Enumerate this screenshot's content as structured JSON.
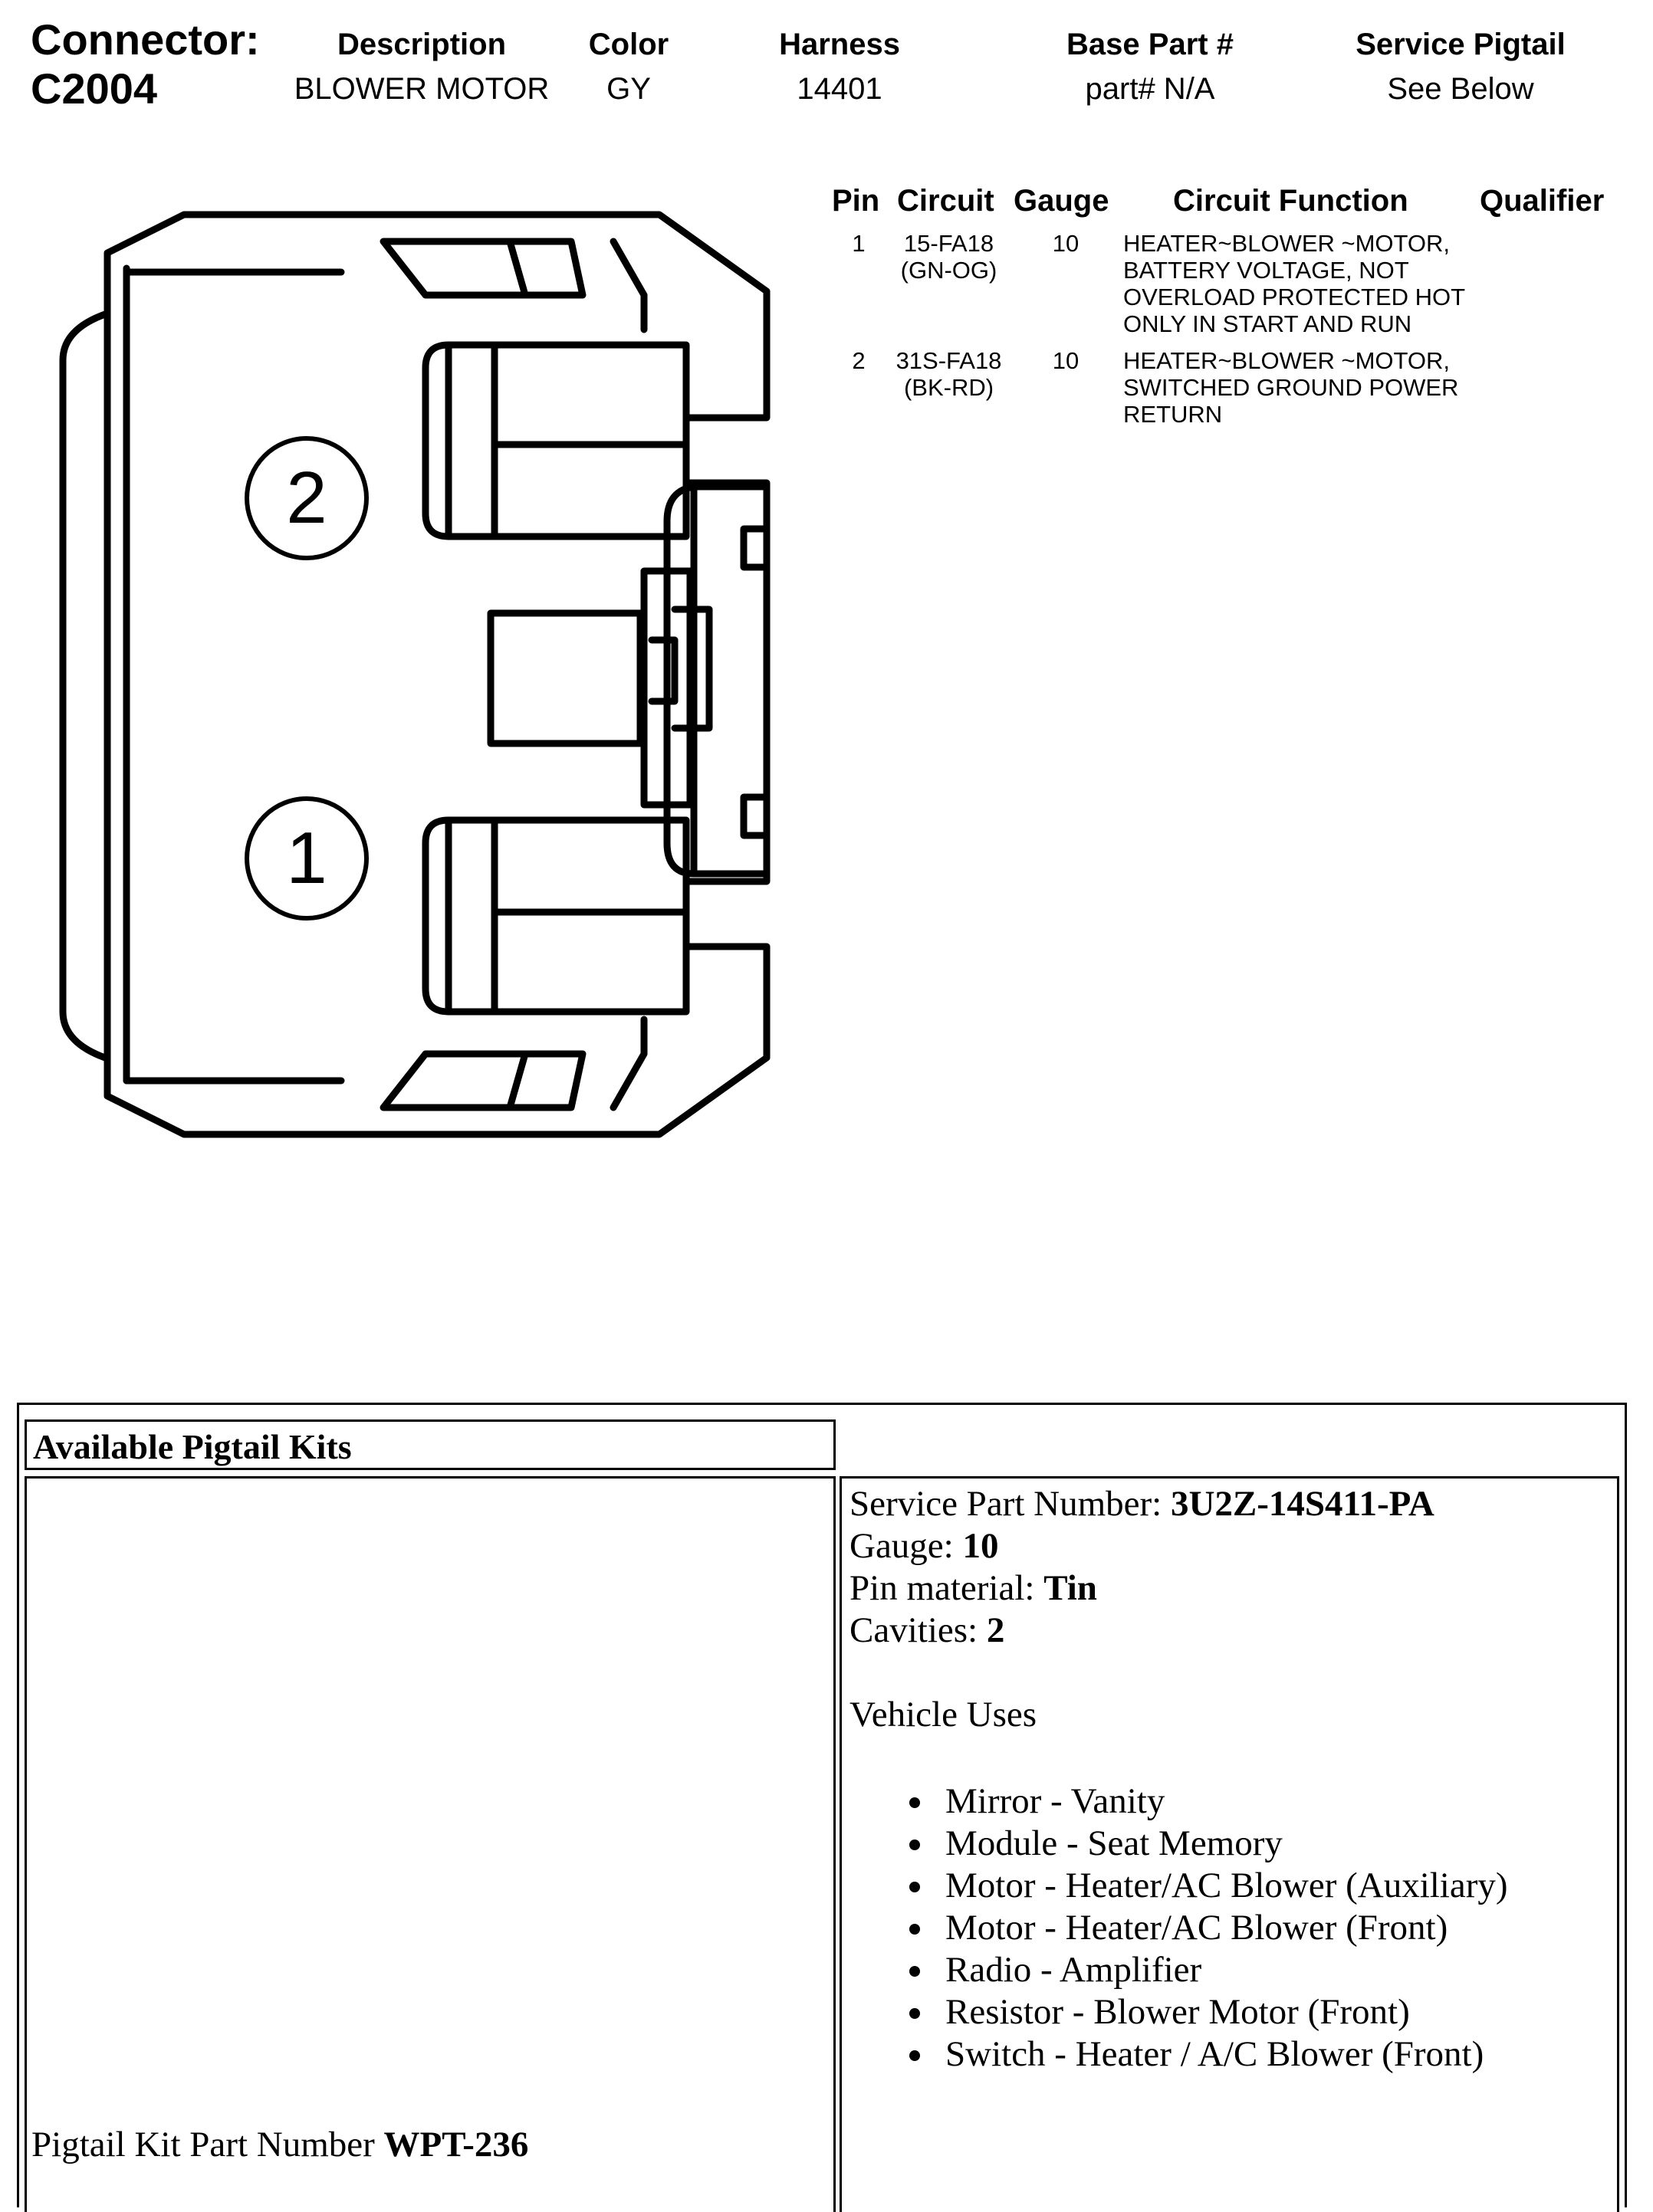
{
  "header": {
    "connector_label": "Connector:",
    "connector_id": "C2004",
    "columns": [
      {
        "label": "Description",
        "value": "BLOWER MOTOR"
      },
      {
        "label": "Color",
        "value": "GY"
      },
      {
        "label": "Harness",
        "value": "14401"
      },
      {
        "label": "Base Part #",
        "value": "part# N/A"
      },
      {
        "label": "Service Pigtail",
        "value": "See Below"
      }
    ]
  },
  "diagram": {
    "pin_labels": [
      "2",
      "1"
    ]
  },
  "pin_table": {
    "headers": {
      "pin": "Pin",
      "circuit": "Circuit",
      "gauge": "Gauge",
      "function": "Circuit Function",
      "qualifier": "Qualifier"
    },
    "rows": [
      {
        "pin": "1",
        "circuit": [
          "15-FA18",
          "(GN-OG)"
        ],
        "gauge": "10",
        "function": [
          "HEATER~BLOWER ~MOTOR,",
          "BATTERY VOLTAGE, NOT",
          "OVERLOAD PROTECTED HOT",
          "ONLY IN START AND RUN"
        ]
      },
      {
        "pin": "2",
        "circuit": [
          "31S-FA18",
          "(BK-RD)"
        ],
        "gauge": "10",
        "function": [
          "HEATER~BLOWER ~MOTOR,",
          "SWITCHED GROUND POWER",
          "RETURN"
        ]
      }
    ]
  },
  "pigtail": {
    "title": "Available Pigtail Kits",
    "kit_part_label": "Pigtail Kit Part Number ",
    "kit_part_number": "WPT-236",
    "service_part_label": "Service Part Number: ",
    "service_part_number": "3U2Z-14S411-PA",
    "gauge_label": "Gauge: ",
    "gauge_value": "10",
    "pin_material_label": "Pin material: ",
    "pin_material_value": "Tin",
    "cavities_label": "Cavities: ",
    "cavities_value": "2",
    "vehicle_uses_label": "Vehicle Uses",
    "vehicle_uses": [
      "Mirror - Vanity",
      "Module - Seat Memory",
      "Motor - Heater/AC Blower (Auxiliary)",
      "Motor - Heater/AC Blower (Front)",
      "Radio - Amplifier",
      "Resistor - Blower Motor (Front)",
      "Switch - Heater / A/C Blower (Front)"
    ]
  }
}
